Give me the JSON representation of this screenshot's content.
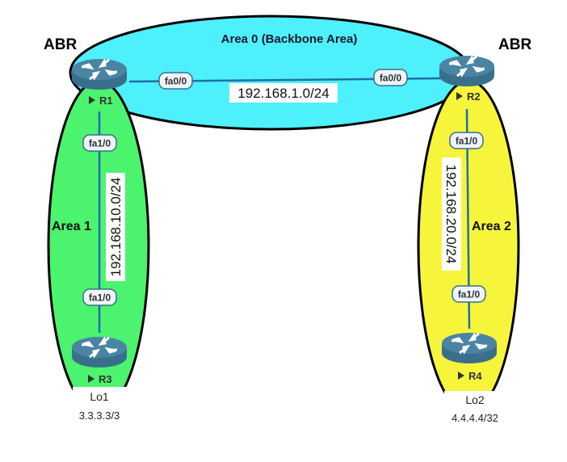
{
  "title_labels": {
    "abr_left": "ABR",
    "abr_right": "ABR"
  },
  "areas": [
    {
      "id": "area0",
      "label": "Area 0 (Backbone Area)",
      "color": "#4ef0fb"
    },
    {
      "id": "area1",
      "label": "Area 1",
      "color": "#4cf36e"
    },
    {
      "id": "area2",
      "label": "Area 2",
      "color": "#f6f53c"
    }
  ],
  "routers": [
    {
      "name": "R1",
      "role": "ABR"
    },
    {
      "name": "R2",
      "role": "ABR"
    },
    {
      "name": "R3",
      "role": ""
    },
    {
      "name": "R4",
      "role": ""
    }
  ],
  "links": [
    {
      "network": "192.168.1.0/24",
      "a_if": "fa0/0",
      "b_if": "fa0/0",
      "a": "R1",
      "b": "R2"
    },
    {
      "network": "192.168.10.0/24",
      "a_if": "fa1/0",
      "b_if": "fa1/0",
      "a": "R1",
      "b": "R3"
    },
    {
      "network": "192.168.20.0/24",
      "a_if": "fa1/0",
      "b_if": "fa1/0",
      "a": "R2",
      "b": "R4"
    }
  ],
  "loopbacks": [
    {
      "router": "R3",
      "name": "Lo1",
      "address": "3.3.3.3/3"
    },
    {
      "router": "R4",
      "name": "Lo2",
      "address": "4.4.4.4/32"
    }
  ],
  "colors": {
    "link": "#1f6fa5",
    "router_body": "#3f7593",
    "router_top": "#4a84a3",
    "outline": "#000000",
    "if_badge_bg": "#eef4fa",
    "if_badge_border": "#3a6e8a"
  }
}
